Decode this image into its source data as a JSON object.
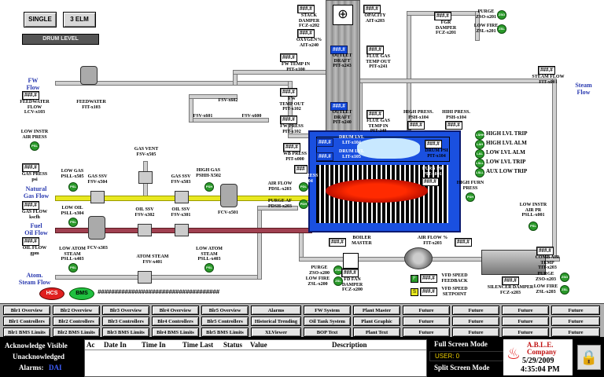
{
  "top_buttons": {
    "single": "SINGLE",
    "three_elm": "3 ELM",
    "drum_level": "DRUM LEVEL"
  },
  "placeholder": "###.#",
  "stack": {
    "damper_val": "###.#",
    "damper_tag": "STACK\nDAMPER\nFCZ-x202",
    "opacity_val": "###.#",
    "opacity_tag": "OPACITY\nAIT-x203",
    "oxygen_val": "###.#",
    "oxygen_tag": "OXYGEN%\nAIT-x240",
    "fw_temp_in_val": "###.#",
    "fw_temp_in_tag": "FW TEMP IN\nPIT-x100",
    "outlet_draft_val": "###.#",
    "outlet_draft_tag": "OUTLET\nDRAFT\nPIT-x243",
    "flue_temp_out_val": "###.#",
    "flue_temp_out_tag": "FLUE GAS\nTEMP OUT\nPIT-x241"
  },
  "fgr": {
    "val": "###.#",
    "tag": "FGR\nDAMPER\nFCZ-x201"
  },
  "purge_top": {
    "tag": "PURGE\nZSO-x201",
    "led": "ZSO"
  },
  "low_fire_top": {
    "tag": "LOW FIRE\nZSL-x201",
    "led": "ZSL"
  },
  "steam_flow": {
    "val": "###.#",
    "tag": "STEAM FLOW\nFIT-x001",
    "label": "Steam\nFlow"
  },
  "fw": {
    "label": "FW\nFlow",
    "valve_val": "###.#",
    "valve_tag": "FEEDWATER\nFLOW\nLCV-x103",
    "flow_tag": "FEEDWATER\nFIT-x103"
  },
  "fsv": {
    "a": "FSV-x601",
    "b": "FSV-x602",
    "c": "FSV-x600"
  },
  "fw_temp_out": {
    "val": "###.#",
    "tag": "FW\nTEMP OUT\nPIT-x102"
  },
  "fw_press": {
    "val": "###.#",
    "tag": "FW PRESS\nPIT-x102"
  },
  "outlet_draft2": {
    "val": "###.#",
    "tag": "OUTLET\nDRAFT\nPIT-x240"
  },
  "flue_temp_in": {
    "val": "###.#",
    "tag": "FLUE GAS\nTEMP IN\nPIT-240"
  },
  "high_press": {
    "val": "###.#",
    "tag": "HIGH PRESS.\nPSH-x104"
  },
  "hihi_press": {
    "val": "###.#",
    "tag": "HIHI PRESS.\nPSH-x104"
  },
  "low_instr_air": {
    "tag": "LOW INSTR\nAIR PRESS",
    "led": "PSL"
  },
  "gas_press": {
    "val": "###.#",
    "tag": "GAS PRESS\npsi"
  },
  "low_gas": {
    "tag": "LOW GAS\nPSLL-x505",
    "led": "PSL"
  },
  "gas_ssv1": {
    "tag": "GAS SSV\nFSV-x504"
  },
  "gas_vent": {
    "tag": "GAS VENT\nFSV-x505"
  },
  "gas_ssv2": {
    "tag": "GAS SSV\nFSV-x503"
  },
  "high_gas": {
    "tag": "HIGH GAS\nPSHH-X502",
    "led": "PSH"
  },
  "gas_flow": {
    "val": "###.#",
    "tag": "GAS FLOW\nkscfh",
    "label": "Natural\nGas Flow"
  },
  "fcv501": "FCV-x501",
  "low_oil": {
    "tag": "LOW OIL\nPSLL-x304",
    "led": "PSL"
  },
  "oil_ssv1": {
    "tag": "OIL SSV\nFSV-x302"
  },
  "oil_ssv2": {
    "tag": "OIL SSV\nFSV-x301"
  },
  "oil_flow": {
    "val": "###.#",
    "tag": "OIL FLOW\ngpm",
    "label": "Fuel\nOil Flow"
  },
  "fcv303": "FCV-x303",
  "low_atom": {
    "tag": "LOW ATOM\nSTEAM\nPSLL-x403",
    "led": "PSL"
  },
  "atom_steam": {
    "tag": "ATOM STEAM\nFSV-x401"
  },
  "low_atom2": {
    "tag": "LOW ATOM\nSTEAM\nPSLL-x403",
    "led": "PSL"
  },
  "atom_label": "Atom.\nSteam Flow",
  "wb_press": {
    "val": "###.#",
    "tag": "WB PRESS\nPIT-x000"
  },
  "air_flow": {
    "tag": "AIR FLOW\nPDSL-x203",
    "led": "PDL"
  },
  "purge_af": {
    "tag": "PURGE AF\nPDSH-x203",
    "led": "PDH"
  },
  "furn_press_box": {
    "val": "###",
    "tag": "FURN PRESS\nPIT-x104"
  },
  "drum_lvl1": {
    "val": "###.#",
    "tag": "DRUM LVL\nLIT-x104"
  },
  "drum_lvl2": {
    "val": "###.#",
    "tag": "DRUM LVL\nLIT-x105"
  },
  "drum_psi": {
    "val": "###.#",
    "tag": "DRUM PSI\nPIT-x104"
  },
  "furn_pr": {
    "val": "###.#",
    "tag": "FURN PR\nPIT-x001"
  },
  "high_furn": {
    "tag": "HIGH FURN\nPRESS",
    "led": "PSH"
  },
  "alarms_right": [
    {
      "led": "LSHH",
      "label": "HIGH LVL TRIP"
    },
    {
      "led": "LAH",
      "label": "HIGH LVL ALM"
    },
    {
      "led": "LAL",
      "label": "LOW LVL ALM"
    },
    {
      "led": "LSLL",
      "label": "LOW LVL TRIP"
    },
    {
      "led": "LSLL",
      "label": "AUX LOW TRIP"
    }
  ],
  "low_instr_air2": {
    "tag": "LOW INSTR\nAIR PR\nPSLL-x001",
    "led": "PSL"
  },
  "boiler_master": {
    "val": "###.#",
    "tag": "BOILER\nMASTER"
  },
  "air_flow_pct": {
    "val": "###.#",
    "tag": "AIR FLOW %\nFIT-x203"
  },
  "purge_low": {
    "tag": "PURGE\nZSO-x200",
    "led": "ZSO"
  },
  "low_fire_low": {
    "tag": "LOW FIRE\nZSL-x200",
    "led": "ZSL"
  },
  "fd_fan": {
    "val": "###.#",
    "tag": "FD FAN\nDAMPER\nFCZ-x200"
  },
  "vfd_fb": {
    "val": "###.#",
    "tag": "VFD SPEED\nFEEDBACK",
    "icon": "F"
  },
  "vfd_sp": {
    "val": "###.#",
    "tag": "VFD SPEED\nSETPOINT",
    "icon": "S"
  },
  "silencer": {
    "val": "###.#",
    "tag": "SILENCER DAMPER\nFCZ-x203"
  },
  "comb_air": {
    "val": "###.#",
    "tag": "COMB AIR TEMP\nTIT-x203"
  },
  "purge_r": {
    "tag": "PURGE\nZSO-x203",
    "led": "ZSO"
  },
  "low_fire_r": {
    "tag": "LOW FIRE\nZSL-x203",
    "led": "ZSL"
  },
  "status_btns": {
    "bms": "BMS",
    "hs": "HCS"
  },
  "hash_row": "####################################",
  "nav_rows": [
    [
      "Blr1 Overview",
      "Blr2 Overview",
      "Blr3 Overview",
      "Blr4 Overview",
      "Blr5 Overview",
      "Alarms",
      "FW System",
      "Plant Master",
      "Future",
      "Future",
      "Future",
      "Future"
    ],
    [
      "Blr1 Controllers",
      "Blr2 Controllers",
      "Blr3 Controllers",
      "Blr4 Controllers",
      "Blr5 Controllers",
      "Historical Trending",
      "Oil Tank System",
      "Plant Graphic",
      "Future",
      "Future",
      "Future",
      "Future"
    ],
    [
      "Blr1 BMS Limits",
      "Blr2 BMS Limits",
      "Blr3 BMS Limits",
      "Blr4 BMS Limits",
      "Blr5 BMS Limits",
      "XLViewer",
      "BOP Text",
      "Plant Text",
      "Future",
      "Future",
      "Future",
      "Future"
    ]
  ],
  "alarm_panel": {
    "ack_visible": "Acknowledge Visible",
    "unack": "Unacknowledged",
    "alarms_label": "Alarms:",
    "alarms_count": "DAI",
    "cols": [
      "Ac",
      "Date In",
      "Time In",
      "Time Last",
      "Status",
      "Value",
      "Description"
    ]
  },
  "screen": {
    "full": "Full Screen Mode",
    "user": "USER: 0",
    "split": "Split Screen Mode"
  },
  "company": {
    "line1": "A.B.L.E.",
    "line2": "Company",
    "date": "5/29/2009",
    "time": "4:35:04 PM"
  },
  "colors": {
    "boiler": "#1a50e0",
    "gas_pipe": "#e8e820",
    "oil_pipe": "#a04050",
    "led": "#2a9a2a",
    "user_bg": "#000000",
    "user_fg": "#f0d000"
  }
}
